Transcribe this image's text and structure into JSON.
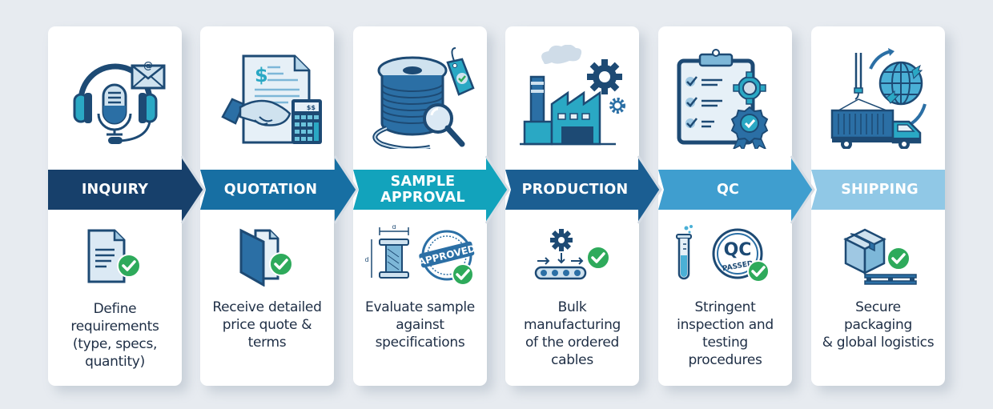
{
  "diagram": {
    "type": "process-flow",
    "background": "#e7ebf0",
    "steps": [
      {
        "id": "inquiry",
        "label": "INQUIRY",
        "color": "#17406b",
        "top_icon": "headset-microphone-email-icon",
        "mid_icon": "document-check-icon",
        "description": "Define requirements (type, specs, quantity)",
        "desc_lines": [
          "Define",
          "requirements",
          "(type, specs,",
          "quantity)"
        ]
      },
      {
        "id": "quotation",
        "label": "QUOTATION",
        "color": "#176fa3",
        "top_icon": "quote-document-handshake-calculator-icon",
        "mid_icon": "folder-check-icon",
        "description": "Receive detailed price quote & terms",
        "desc_lines": [
          "Receive detailed",
          "price quote &",
          "terms"
        ],
        "calculator_text": "$$",
        "doc_symbol": "$"
      },
      {
        "id": "sample-approval",
        "label": "SAMPLE APPROVAL",
        "label_lines": [
          "SAMPLE",
          "APPROVAL"
        ],
        "color": "#12a3bc",
        "top_icon": "cable-spool-magnifier-tag-icon",
        "mid_icon": "spool-dimension-approved-stamp-icon",
        "description": "Evaluate sample against specifications",
        "desc_lines": [
          "Evaluate sample",
          "against",
          "specifications"
        ],
        "stamp_text": "APPROVED",
        "dimension_label": "d"
      },
      {
        "id": "production",
        "label": "PRODUCTION",
        "color": "#1b5e92",
        "top_icon": "factory-gears-icon",
        "mid_icon": "gear-conveyor-check-icon",
        "description": "Bulk manufacturing of the ordered cables",
        "desc_lines": [
          "Bulk",
          "manufacturing",
          "of the ordered",
          "cables"
        ]
      },
      {
        "id": "qc",
        "label": "QC",
        "color": "#3f9ecf",
        "top_icon": "clipboard-checklist-gear-badge-icon",
        "mid_icon": "test-tube-qc-passed-stamp-icon",
        "description": "Stringent inspection and testing procedures",
        "desc_lines": [
          "Stringent",
          "inspection and",
          "testing",
          "procedures"
        ],
        "stamp_text_main": "QC",
        "stamp_text_sub": "PASSED"
      },
      {
        "id": "shipping",
        "label": "SHIPPING",
        "color": "#90c8e6",
        "top_icon": "container-truck-crane-globe-icon",
        "mid_icon": "box-pallet-check-icon",
        "description": "Secure packaging & global logistics",
        "desc_lines": [
          "Secure",
          "packaging",
          "& global logistics"
        ]
      }
    ],
    "palette": {
      "navy": "#17406b",
      "dark": "#1d4a74",
      "mid": "#2b6fa5",
      "teal": "#2aa8c4",
      "light": "#cfe2ef",
      "pale": "#e6f0f7",
      "check": "#2eaa5b"
    }
  }
}
